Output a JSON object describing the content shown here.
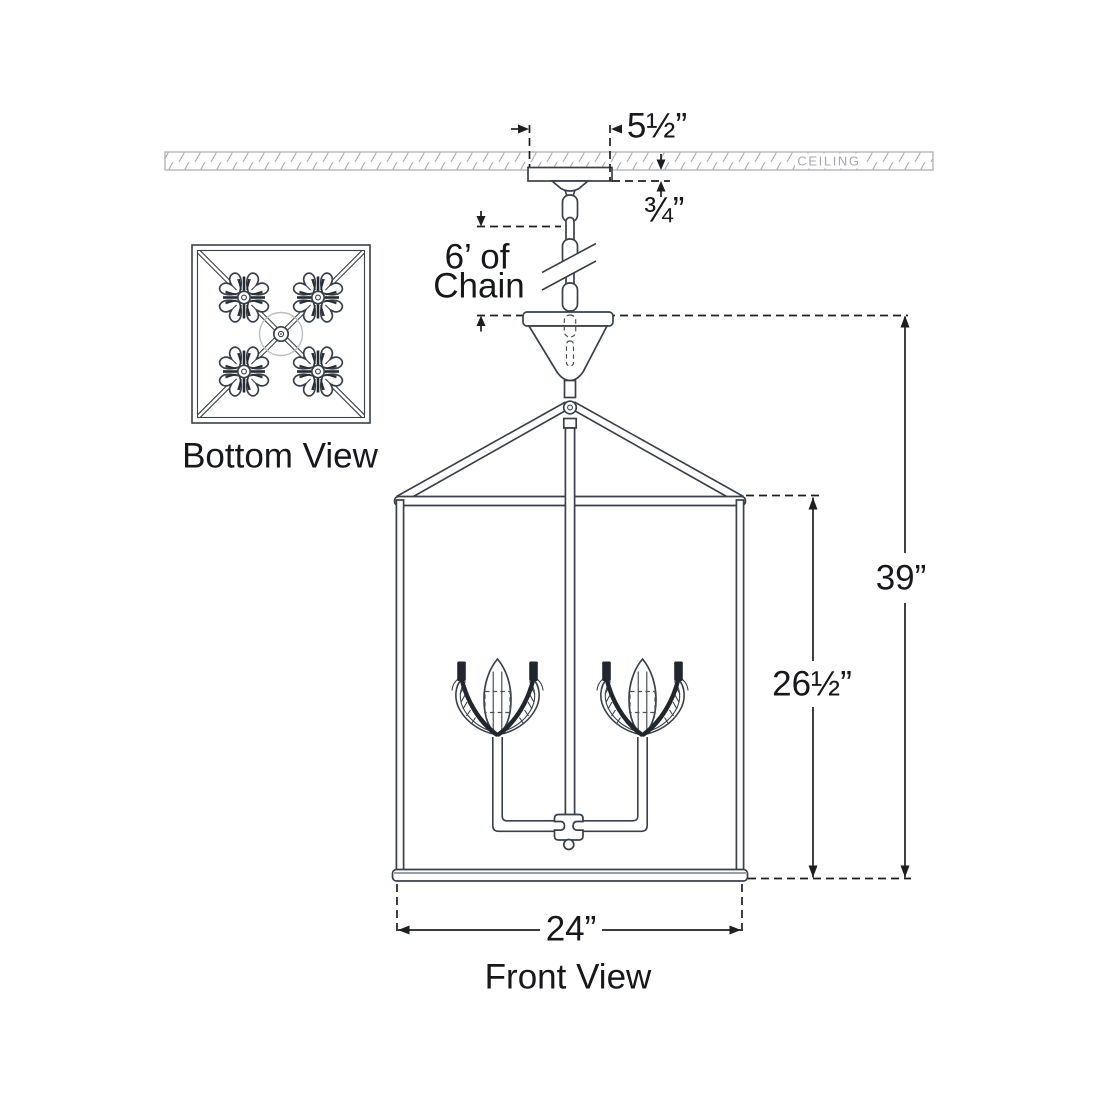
{
  "ceiling": {
    "label": "CEILING"
  },
  "dimensions": {
    "canopy_width": "5½”",
    "canopy_drop": "¾”",
    "chain_note_line1": "6’ of",
    "chain_note_line2": "Chain",
    "overall_height": "39”",
    "body_height": "26½”",
    "body_width": "24”"
  },
  "views": {
    "front_label": "Front View",
    "bottom_label": "Bottom View"
  },
  "colors": {
    "line": "#3a4049",
    "dimension": "#1d1e20",
    "ceiling_gray": "#a6a9ae",
    "background": "#ffffff"
  }
}
